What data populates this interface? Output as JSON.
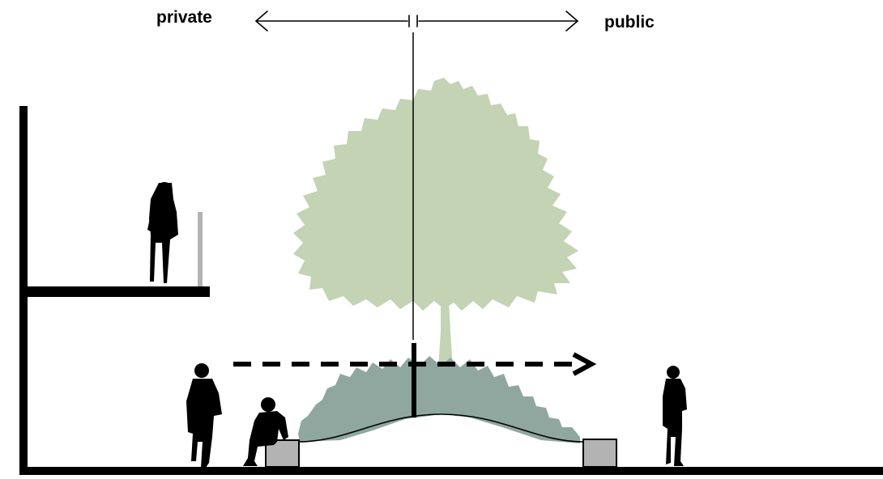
{
  "diagram": {
    "labels": {
      "left": "private",
      "right": "public"
    },
    "colors": {
      "tree_canopy": "#c3d3b4",
      "shrubs": "#8fa79f",
      "structure": "#000000",
      "planter": "#b3b3b3",
      "railing": "#b3b3b3",
      "figures": "#000000"
    },
    "icons": {
      "arrow": "double-headed-arrow",
      "movement": "dashed-arrow",
      "tree": "tree-silhouette",
      "people": "person-silhouette"
    }
  }
}
